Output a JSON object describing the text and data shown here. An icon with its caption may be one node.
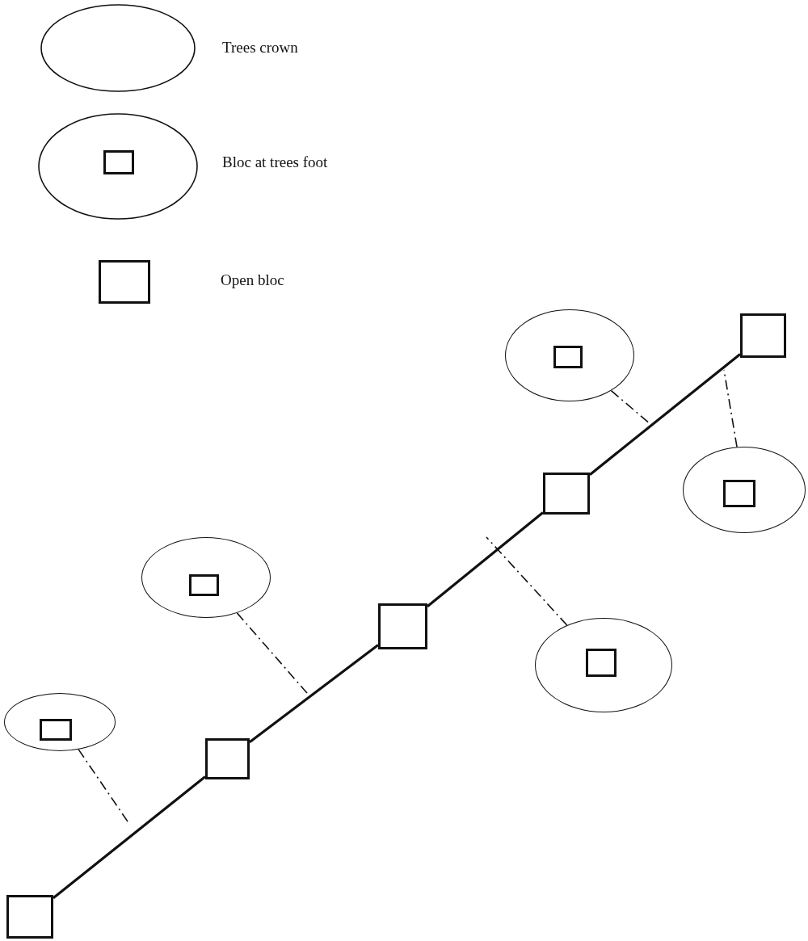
{
  "diagram": {
    "nodes": [
      {
        "text": [],
        "shape": "box"
      },
      {
        "text": [],
        "shape": "ellipse"
      },
      {
        "text": [],
        "shape": "box",
        "in": 1
      },
      {
        "text": [],
        "shape": "box"
      },
      {
        "text": [],
        "shape": "ellipse"
      },
      {
        "text": [],
        "shape": "box",
        "in": 4
      },
      {
        "text": [],
        "shape": "box"
      },
      {
        "text": [],
        "shape": "ellipse"
      },
      {
        "text": [],
        "shape": "box",
        "in": 7
      },
      {
        "text": [],
        "shape": "box"
      },
      {
        "text": [],
        "shape": "ellipse"
      },
      {
        "text": [],
        "shape": "box",
        "in": 10
      },
      {
        "text": [],
        "shape": "ellipse"
      },
      {
        "text": [],
        "shape": "box",
        "in": 12
      },
      {
        "text": [],
        "shape": "box"
      }
    ],
    "edges": [
      {
        "from": 0,
        "to": 3,
        "arrow": "none"
      },
      {
        "from": 3,
        "to": 6,
        "arrow": "none"
      },
      {
        "from": 6,
        "to": 9,
        "arrow": "none"
      },
      {
        "from": 9,
        "to": 14,
        "arrow": "none"
      },
      {
        "from": 1,
        "to": null,
        "arrow": "none",
        "style": "dashed"
      },
      {
        "from": 4,
        "to": null,
        "arrow": "none",
        "style": "dashed"
      },
      {
        "from": 7,
        "to": null,
        "arrow": "none",
        "style": "dashed"
      },
      {
        "from": 10,
        "to": null,
        "arrow": "none",
        "style": "dashed"
      },
      {
        "from": 12,
        "to": null,
        "arrow": "none",
        "style": "dashed"
      }
    ],
    "legend": [
      {
        "text": "Trees crown"
      },
      {
        "text": "Bloc at trees foot"
      },
      {
        "text": "Open bloc"
      }
    ]
  }
}
